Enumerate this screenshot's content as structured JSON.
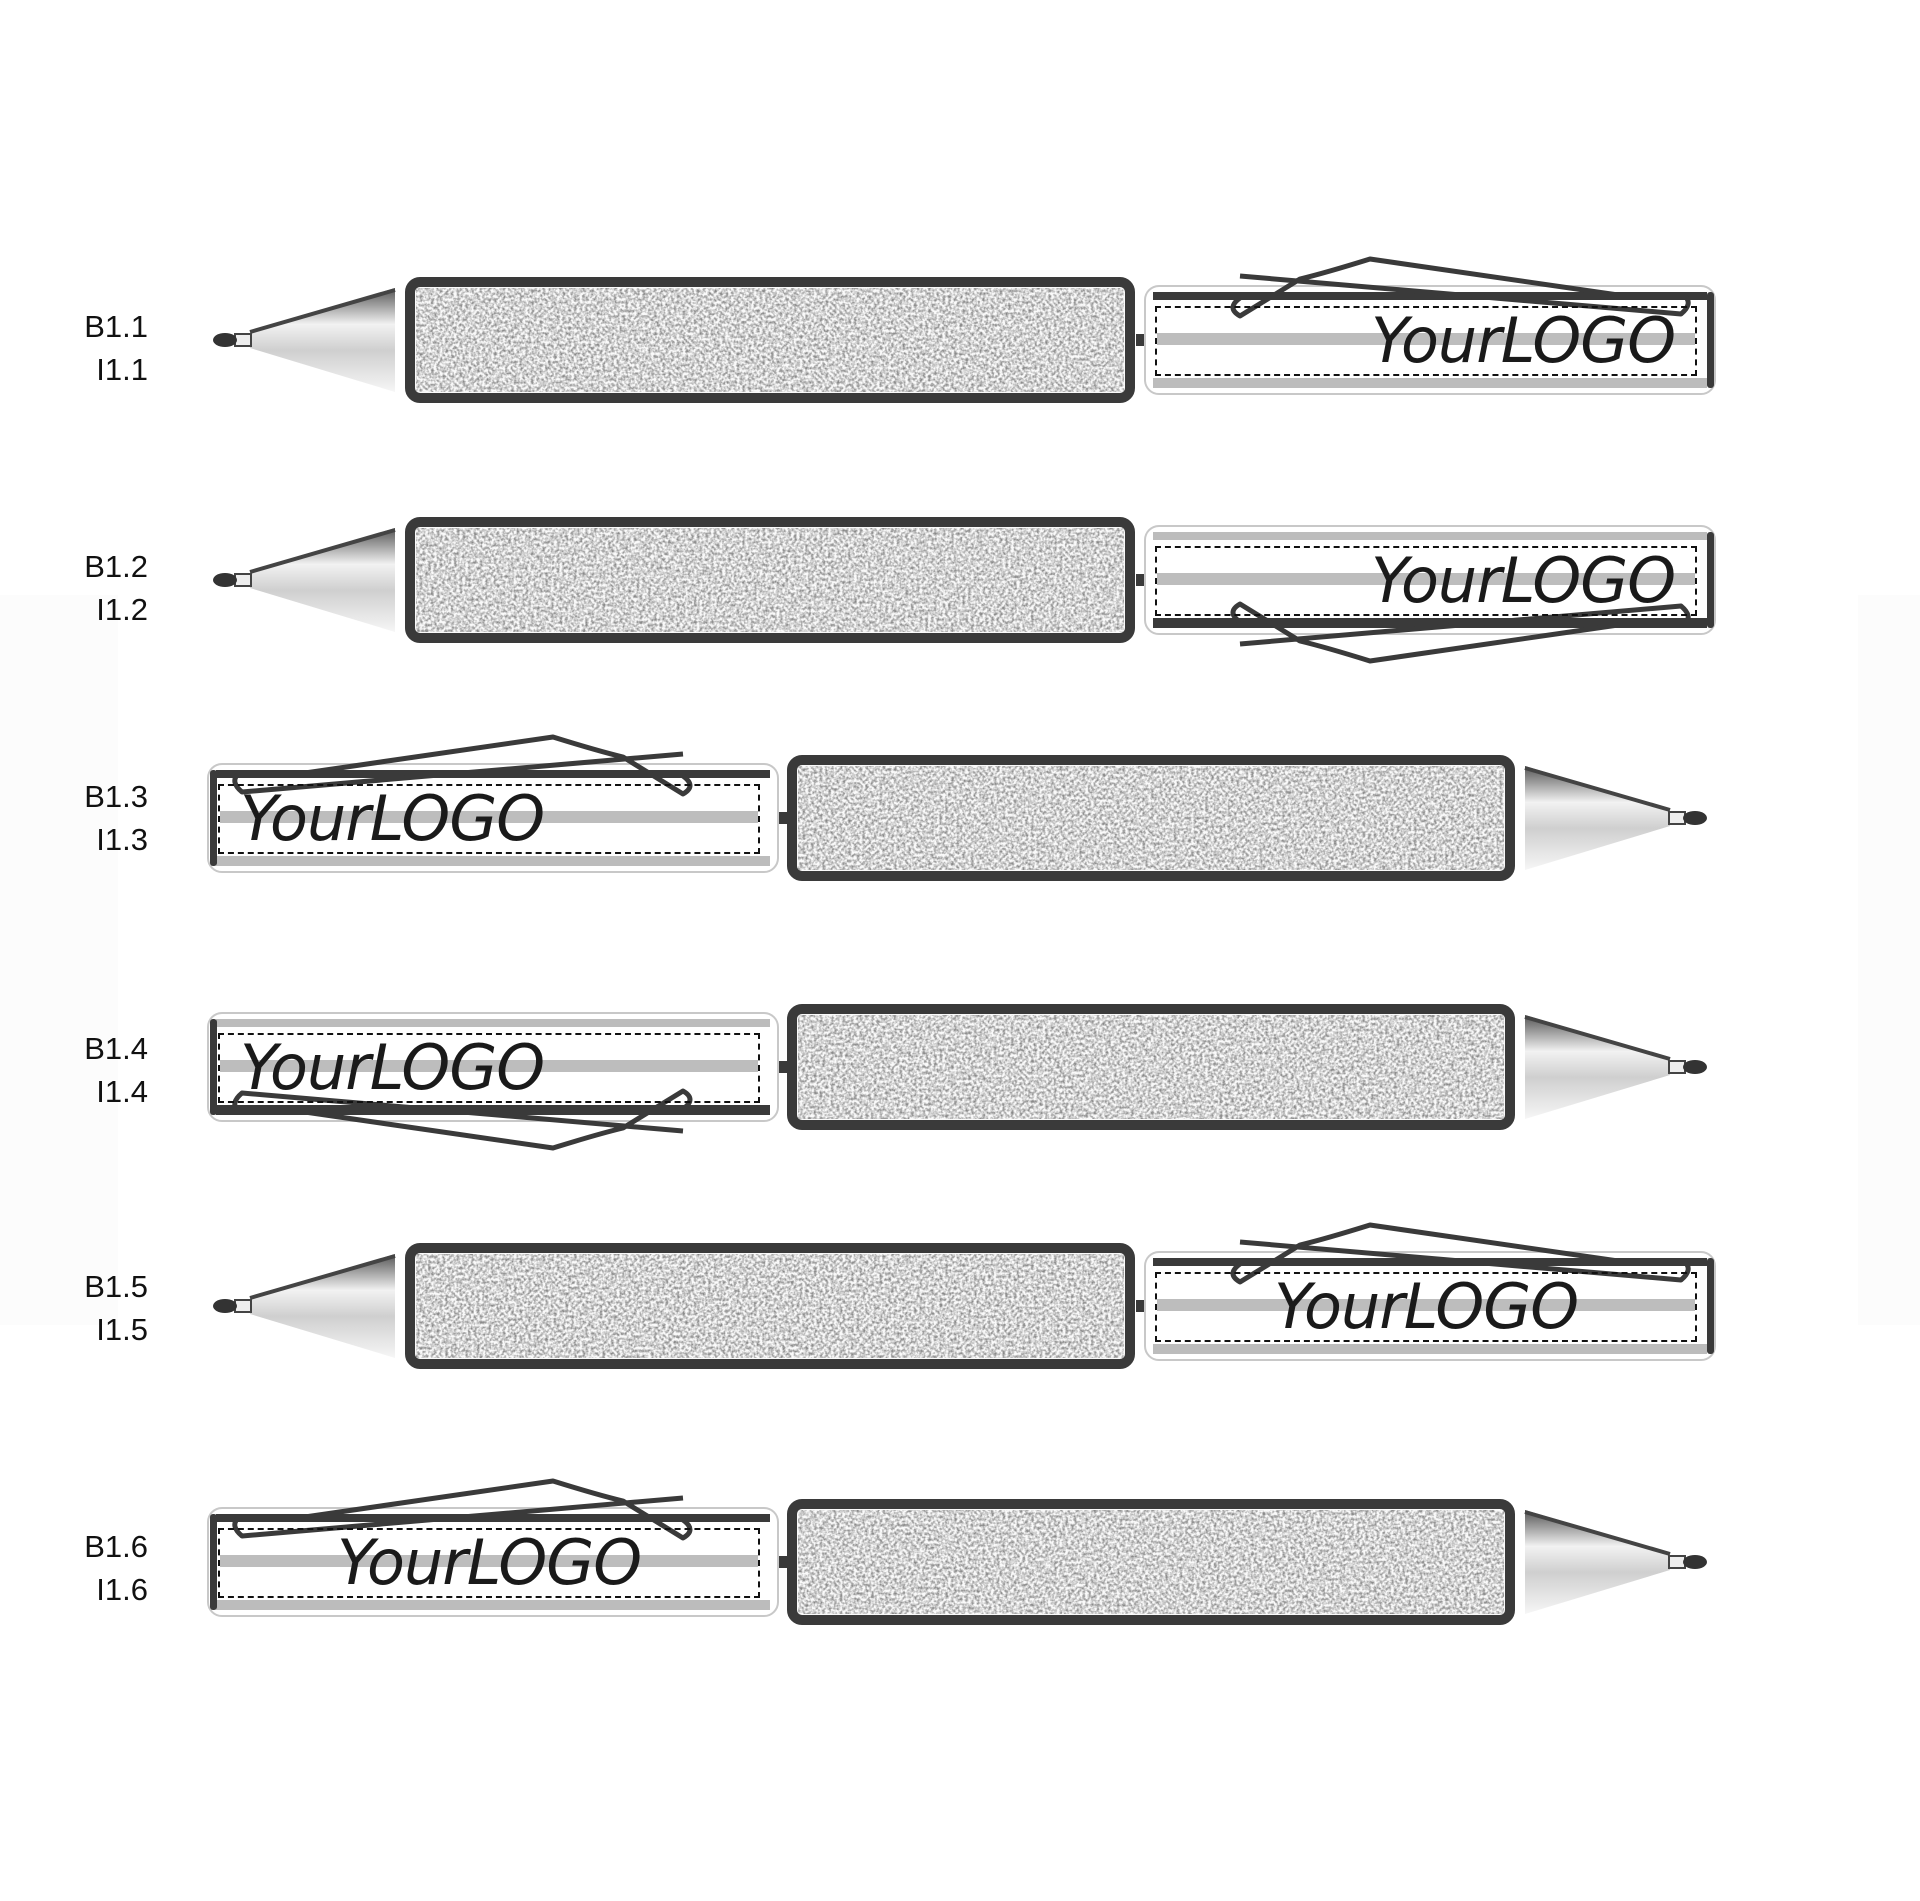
{
  "colors": {
    "ink": "#1a1a1a",
    "barrel_edge": "#3a3a3a",
    "stripe": "#bdbdbd",
    "chrome": "#d8d8d8"
  },
  "pens": [
    {
      "codes": [
        "B1.1",
        "I1.1"
      ],
      "logo": "YourLOGO",
      "tip": "left",
      "clip": "top",
      "logo_align": "right"
    },
    {
      "codes": [
        "B1.2",
        "I1.2"
      ],
      "logo": "YourLOGO",
      "tip": "left",
      "clip": "bottom",
      "logo_align": "right"
    },
    {
      "codes": [
        "B1.3",
        "I1.3"
      ],
      "logo": "YourLOGO",
      "tip": "right",
      "clip": "top",
      "logo_align": "left"
    },
    {
      "codes": [
        "B1.4",
        "I1.4"
      ],
      "logo": "YourLOGO",
      "tip": "right",
      "clip": "bottom",
      "logo_align": "left"
    },
    {
      "codes": [
        "B1.5",
        "I1.5"
      ],
      "logo": "YourLOGO",
      "tip": "left",
      "clip": "top",
      "logo_align": "center"
    },
    {
      "codes": [
        "B1.6",
        "I1.6"
      ],
      "logo": "YourLOGO",
      "tip": "right",
      "clip": "top",
      "logo_align": "center"
    }
  ]
}
